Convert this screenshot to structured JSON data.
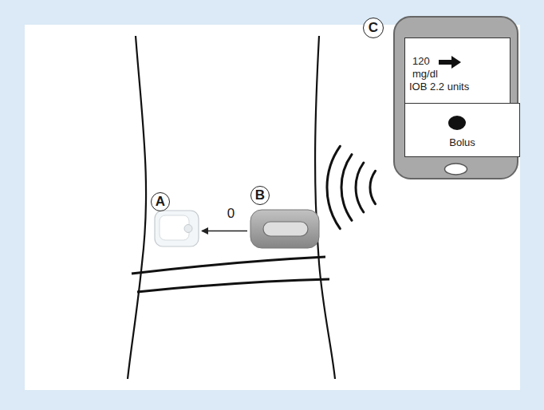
{
  "diagram": {
    "nodes": [
      {
        "text": [
          "A"
        ]
      },
      {
        "text": [
          "B"
        ]
      },
      {
        "text": [
          "C"
        ]
      },
      {
        "text": [
          "120",
          "mg/dl",
          "IOB 2.2 units"
        ],
        "in": 2
      },
      {
        "text": [
          "Bolus"
        ],
        "in": 2
      }
    ],
    "edges": [
      {
        "from": 1,
        "to": 0,
        "arrow": "to",
        "label": "0"
      }
    ]
  }
}
